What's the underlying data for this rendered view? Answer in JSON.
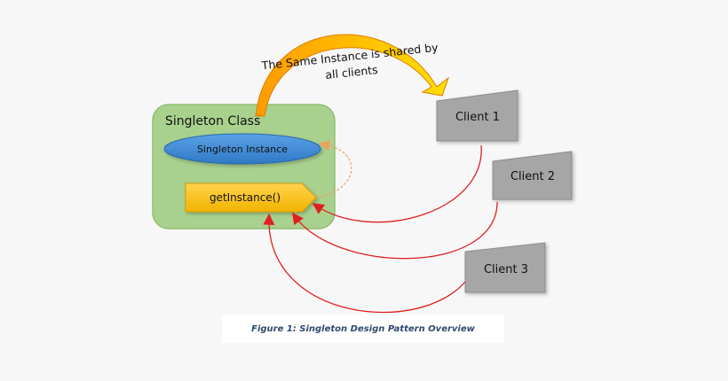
{
  "diagram": {
    "singleton_class_label": "Singleton Class",
    "singleton_instance_label": "Singleton Instance",
    "get_instance_label": "getInstance()",
    "shared_note_line1": "The Same Instance is shared by",
    "shared_note_line2": "all clients",
    "clients": [
      {
        "label": "Client 1"
      },
      {
        "label": "Client 2"
      },
      {
        "label": "Client 3"
      }
    ],
    "colors": {
      "class_box_fill": "#a9d18e",
      "class_box_stroke": "#8fbf72",
      "instance_fill": "#4a90d9",
      "get_instance_fill": "#ffc000",
      "client_fill": "#a6a6a6",
      "arrow_red": "#e02020",
      "arrow_orange": "#f0a060",
      "shared_arrow": "#ffc000"
    }
  },
  "caption": "Figure 1: Singleton Design Pattern Overview"
}
